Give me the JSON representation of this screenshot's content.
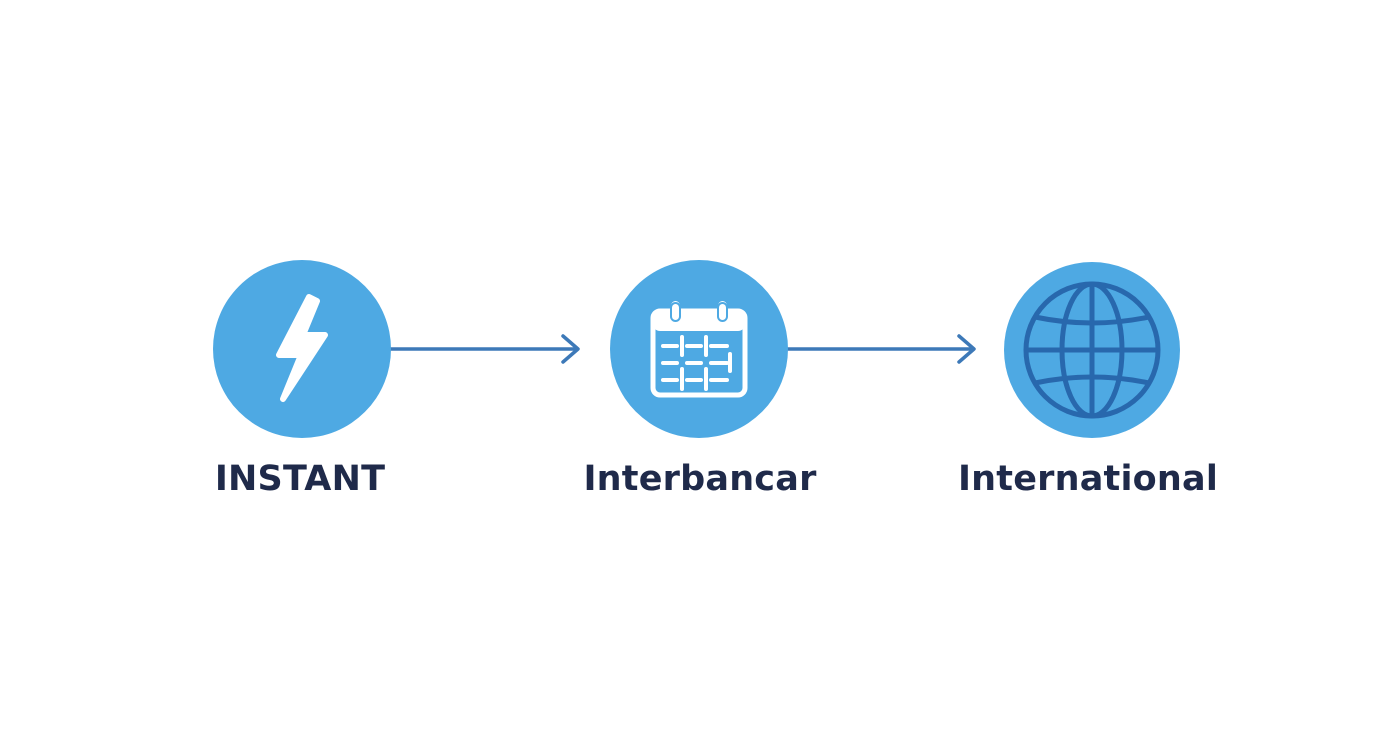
{
  "diagram": {
    "steps": [
      {
        "label": "INSTANT",
        "icon": "lightning-bolt-icon"
      },
      {
        "label": "Interbancar",
        "icon": "calendar-icon"
      },
      {
        "label": "International",
        "icon": "globe-icon"
      }
    ],
    "connectors": [
      "arrow-right",
      "arrow-right"
    ]
  },
  "colors": {
    "circle_fill": "#4ea9e3",
    "globe_line": "#2868ad",
    "arrow": "#3d79b8",
    "label_text": "#1f2a4a",
    "icon_white": "#ffffff"
  }
}
